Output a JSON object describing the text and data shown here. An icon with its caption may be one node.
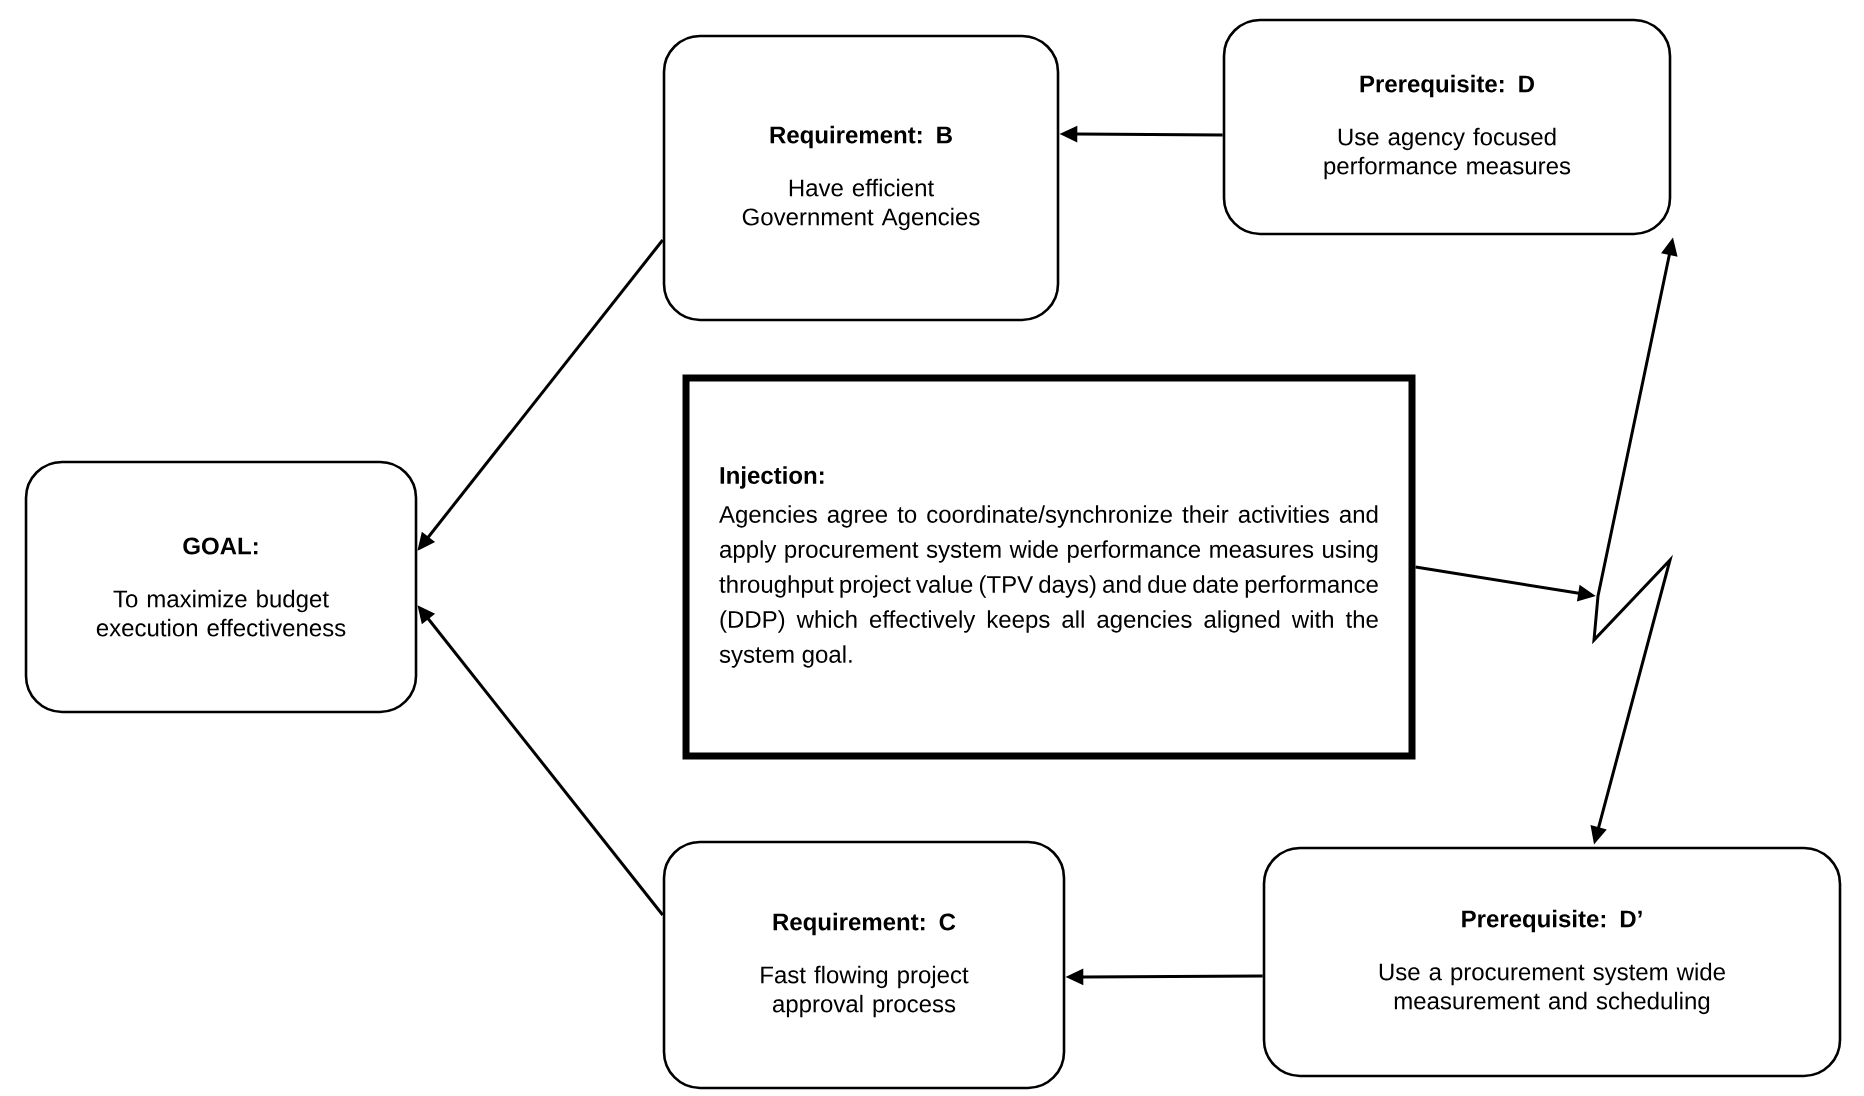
{
  "diagram": {
    "nodes": [
      {
        "text": [
          "GOAL:",
          "To maximize budget execution effectiveness"
        ]
      },
      {
        "text": [
          "Requirement: B",
          "Have efficient Government Agencies"
        ]
      },
      {
        "text": [
          "Prerequisite: D",
          "Use agency focused performance measures"
        ]
      },
      {
        "text": [
          "Injection:",
          "Agencies agree to coordinate/synchronize their activities and apply procurement system wide performance measures using throughput project value (TPV days) and due date performance (DDP) which effectively keeps all agencies aligned with the system goal."
        ]
      },
      {
        "text": [
          "Requirement: C",
          "Fast flowing project approval process"
        ]
      },
      {
        "text": [
          "Prerequisite: D’",
          "Use a procurement system wide measurement and scheduling"
        ]
      }
    ],
    "edges": [
      {
        "from": 1,
        "to": 0,
        "arrow": "to"
      },
      {
        "from": 4,
        "to": 0,
        "arrow": "to"
      },
      {
        "from": 2,
        "to": 1,
        "arrow": "to"
      },
      {
        "from": 5,
        "to": 4,
        "arrow": "to"
      },
      {
        "from": 2,
        "to": 5,
        "arrow": "both"
      },
      {
        "from": 3,
        "to": null,
        "arrow": "to"
      }
    ]
  }
}
